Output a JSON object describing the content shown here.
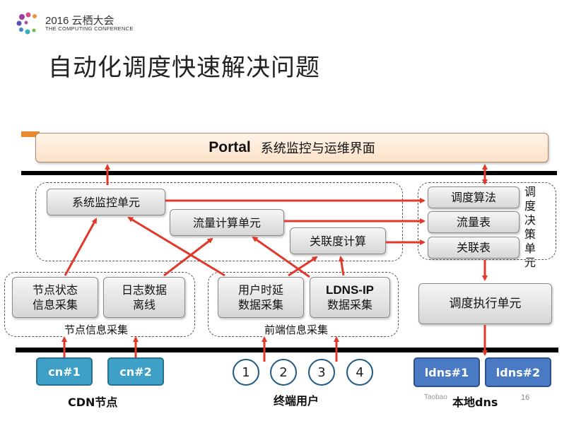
{
  "logo": {
    "year": "2016 云栖大会",
    "subtitle": "THE COMPUTING CONFERENCE"
  },
  "title": "自动化调度快速解决问题",
  "portal": {
    "name": "Portal",
    "desc": "系统监控与运维界面"
  },
  "units": {
    "monitor": "系统监控单元",
    "traffic_calc": "流量计算单元",
    "relevance_calc": "关联度计算",
    "sched_algo": "调度算法",
    "traffic_table": "流量表",
    "relevance_table": "关联表",
    "sched_exec": "调度执行单元"
  },
  "decision_label": "调度决策单元",
  "collectors": {
    "node_status": "节点状态\n信息采集",
    "log_offline": "日志数据\n离线",
    "user_delay": "用户时延\n数据采集",
    "ldns_ip_title": "LDNS-IP",
    "ldns_ip_sub": "数据采集"
  },
  "groups": {
    "node_collect": "节点信息采集",
    "frontend_collect": "前端信息采集"
  },
  "cdn_nodes": [
    "cn#1",
    "cn#2"
  ],
  "users": [
    "1",
    "2",
    "3",
    "4"
  ],
  "ldns": [
    "ldns#1",
    "ldns#2"
  ],
  "bottom_labels": {
    "cdn": "CDN节点",
    "users": "终端用户",
    "local_dns": "本地dns"
  },
  "footer": {
    "watermark": "Taobao",
    "page": "16"
  }
}
